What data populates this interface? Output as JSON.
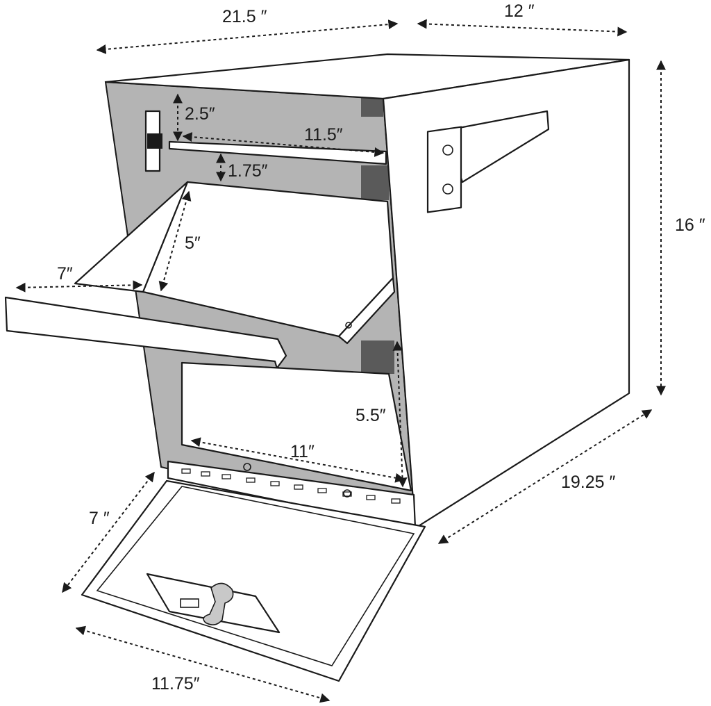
{
  "dimensions": {
    "width_top": "21.5 ″",
    "depth_top": "12 ″",
    "height_side": "16 ″",
    "depth_bottom": "19.25 ″",
    "slot_height": "2.5″",
    "slot_width": "11.5″",
    "slot_gap": "1.75″",
    "tray_depth": "5″",
    "tray_width": "7″",
    "inner_height": "5.5″",
    "inner_width": "11″",
    "door_depth": "7 ″",
    "door_width": "11.75″"
  },
  "colors": {
    "interior": "#b4b4b4",
    "shadow": "#5a5a5a",
    "outline": "#1a1a1a"
  }
}
